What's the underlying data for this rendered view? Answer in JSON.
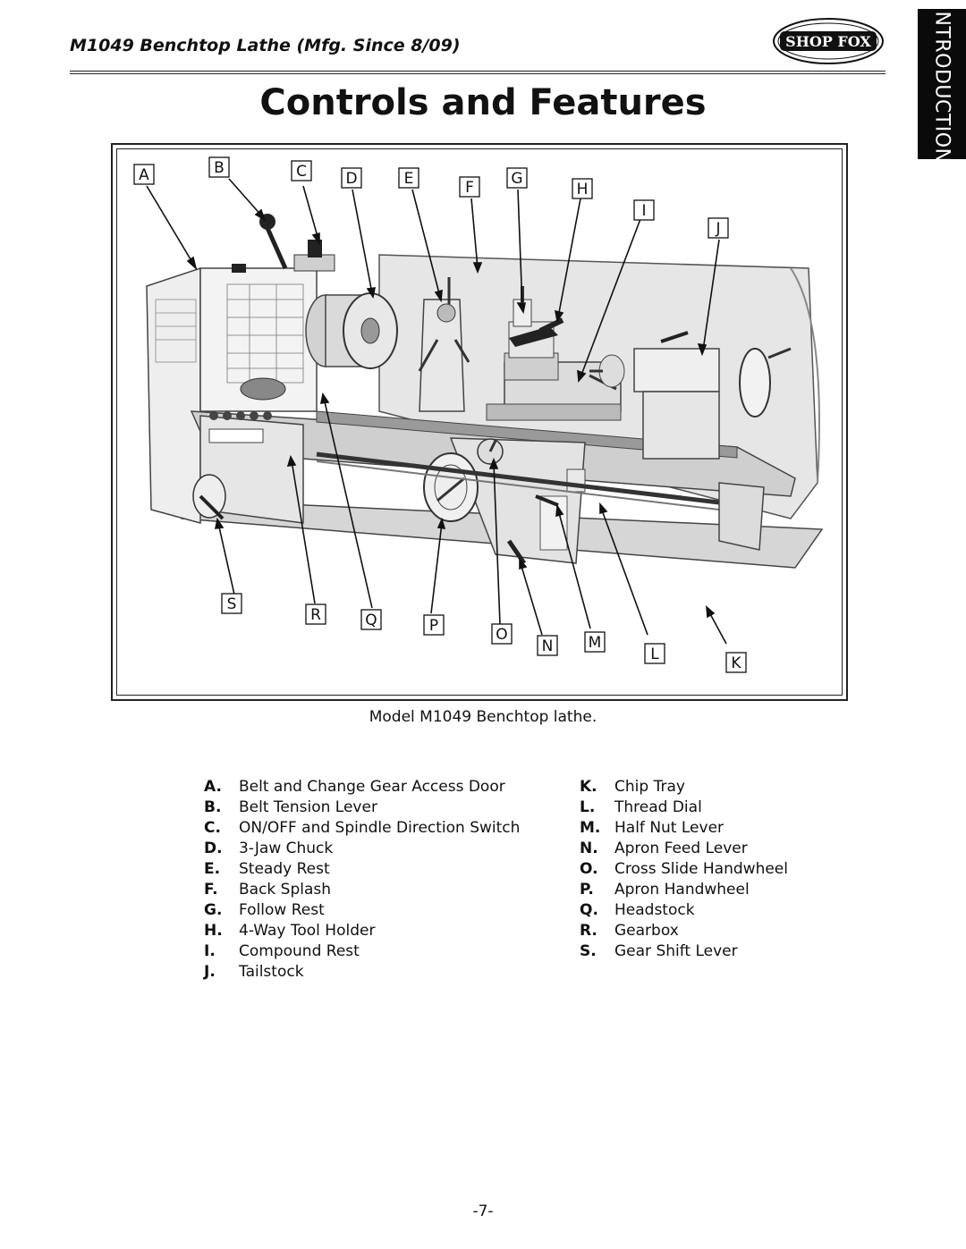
{
  "header": {
    "title": "M1049 Benchtop Lathe (Mfg. Since 8/09)",
    "logo_text": "SHOP FOX"
  },
  "side_tab": {
    "label": "INTRODUCTION"
  },
  "heading": "Controls and Features",
  "figure": {
    "caption": "Model M1049 Benchtop lathe.",
    "callout_letters": [
      "A",
      "B",
      "C",
      "D",
      "E",
      "F",
      "G",
      "H",
      "I",
      "J",
      "K",
      "L",
      "M",
      "N",
      "O",
      "P",
      "Q",
      "R",
      "S"
    ]
  },
  "legend": {
    "left": [
      {
        "key": "A.",
        "label": "Belt and Change Gear Access Door"
      },
      {
        "key": "B.",
        "label": "Belt Tension Lever"
      },
      {
        "key": "C.",
        "label": "ON/OFF and Spindle Direction Switch"
      },
      {
        "key": "D.",
        "label": "3-Jaw Chuck"
      },
      {
        "key": "E.",
        "label": "Steady Rest"
      },
      {
        "key": "F.",
        "label": "Back Splash"
      },
      {
        "key": "G.",
        "label": "Follow Rest"
      },
      {
        "key": "H.",
        "label": "4-Way Tool Holder"
      },
      {
        "key": "I.",
        "label": "Compound Rest"
      },
      {
        "key": "J.",
        "label": "Tailstock"
      }
    ],
    "right": [
      {
        "key": "K.",
        "label": "Chip Tray"
      },
      {
        "key": "L.",
        "label": "Thread Dial"
      },
      {
        "key": "M.",
        "label": "Half Nut Lever"
      },
      {
        "key": "N.",
        "label": "Apron Feed Lever"
      },
      {
        "key": "O.",
        "label": "Cross Slide Handwheel"
      },
      {
        "key": "P.",
        "label": "Apron Handwheel"
      },
      {
        "key": "Q.",
        "label": "Headstock"
      },
      {
        "key": "R.",
        "label": "Gearbox"
      },
      {
        "key": "S.",
        "label": "Gear Shift Lever"
      }
    ]
  },
  "page_number": "-7-"
}
